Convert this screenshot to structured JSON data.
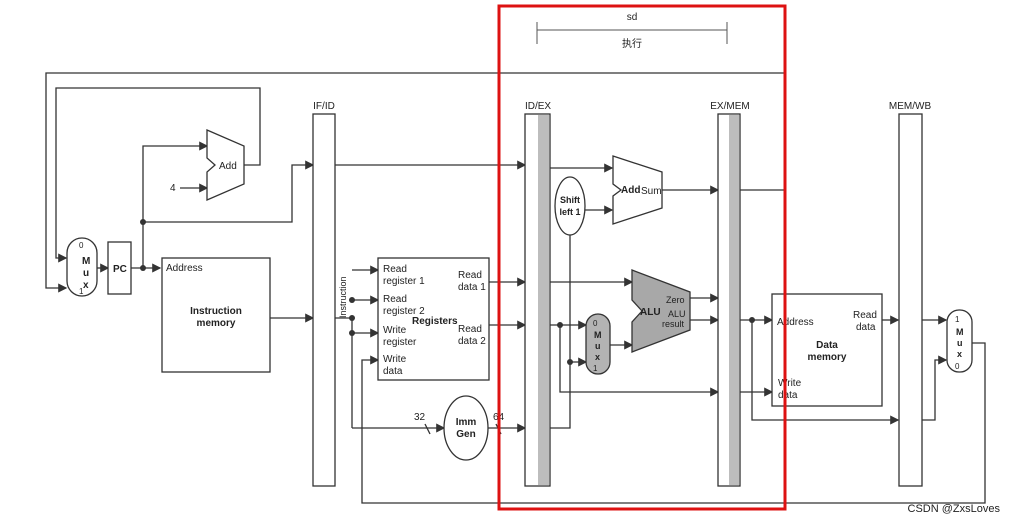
{
  "highlight": {
    "stage_label": "sd",
    "stage_sub": "执行",
    "color": "#dd1111"
  },
  "pipeline_regs": {
    "if_id": "IF/ID",
    "id_ex": "ID/EX",
    "ex_mem": "EX/MEM",
    "mem_wb": "MEM/WB"
  },
  "blocks": {
    "pc": "PC",
    "add_top": "Add",
    "const4": "4",
    "instr_mem": {
      "address": "Address",
      "title1": "Instruction",
      "title2": "memory"
    },
    "instruction_bus": "Instruction",
    "registers": {
      "title": "Registers",
      "read_reg1": [
        "Read",
        "register 1"
      ],
      "read_reg2": [
        "Read",
        "register 2"
      ],
      "write_reg": [
        "Write",
        "register"
      ],
      "write_data": [
        "Write",
        "data"
      ],
      "read_data1": [
        "Read",
        "data 1"
      ],
      "read_data2": [
        "Read",
        "data 2"
      ]
    },
    "imm_gen": [
      "Imm",
      "Gen"
    ],
    "bits_in": "32",
    "bits_out": "64",
    "shift": [
      "Shift",
      "left 1"
    ],
    "add_sum": {
      "add": "Add",
      "sum": "Sum"
    },
    "alu": {
      "name": "ALU",
      "zero": "Zero",
      "result1": "ALU",
      "result2": "result"
    },
    "data_mem": {
      "address": "Address",
      "read_data": [
        "Read",
        "data"
      ],
      "title": [
        "Data",
        "memory"
      ],
      "write_data": [
        "Write",
        "data"
      ]
    },
    "mux": {
      "m": "M",
      "u": "u",
      "x": "x",
      "zero": "0",
      "one": "1"
    }
  },
  "watermark": "CSDN @ZxsLoves"
}
